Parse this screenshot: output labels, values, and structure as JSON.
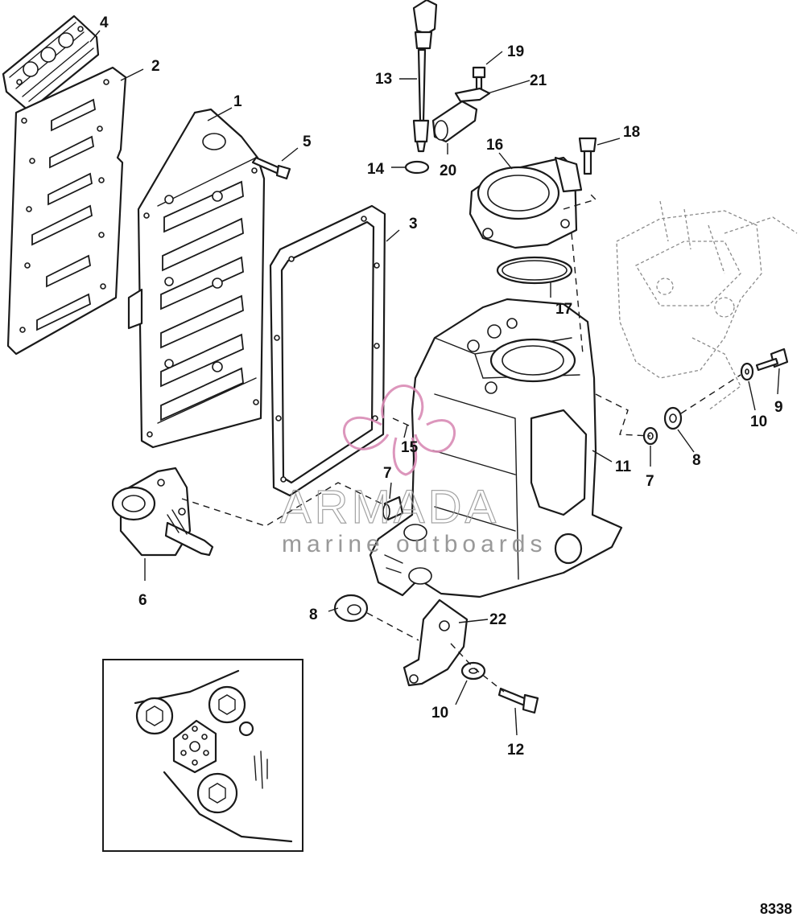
{
  "callouts": {
    "c1": "1",
    "c2": "2",
    "c3": "3",
    "c4": "4",
    "c5": "5",
    "c6": "6",
    "c7a": "7",
    "c7b": "7",
    "c8a": "8",
    "c8b": "8",
    "c9": "9",
    "c10a": "10",
    "c10b": "10",
    "c11": "11",
    "c12": "12",
    "c13": "13",
    "c14": "14",
    "c15": "15",
    "c16": "16",
    "c17": "17",
    "c18": "18",
    "c19": "19",
    "c20": "20",
    "c21": "21",
    "c22": "22"
  },
  "figure_number": "8338",
  "watermark": {
    "brand": "ARMADA",
    "tagline": "marine outboards",
    "logo_color": "#d98bb5",
    "text_color": "#9a9a9a"
  },
  "colors": {
    "line": "#1a1a1a",
    "background": "#ffffff"
  }
}
